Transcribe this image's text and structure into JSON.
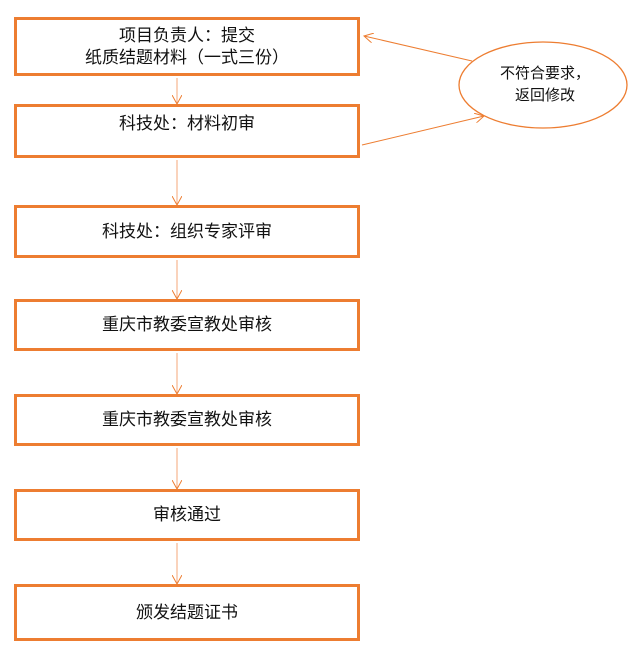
{
  "steps": [
    {
      "line1": "项目负责人：提交",
      "line2": "纸质结题材料（一式三份）"
    },
    {
      "line1": "科技处：材料初审"
    },
    {
      "line1": "科技处：组织专家评审"
    },
    {
      "line1": "重庆市教委宣教处审核"
    },
    {
      "line1": "重庆市教委宣教处审核"
    },
    {
      "line1": "审核通过"
    },
    {
      "line1": "颁发结题证书"
    }
  ],
  "reject_note": {
    "line1": "不符合要求，",
    "line2": "返回修改"
  },
  "colors": {
    "accent": "#ED7D31"
  }
}
